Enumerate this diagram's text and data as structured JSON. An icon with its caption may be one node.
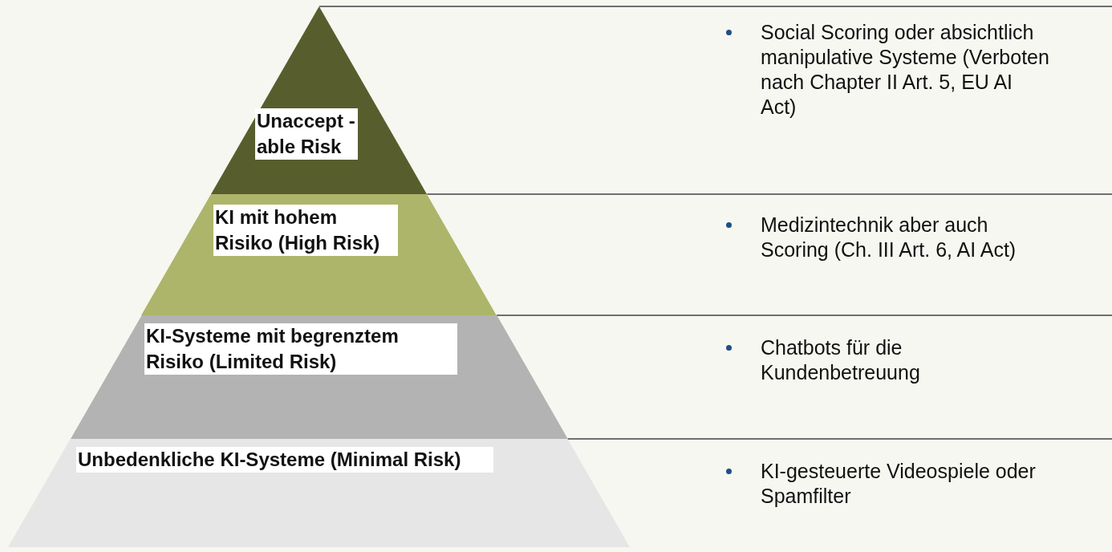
{
  "diagram": {
    "nodes": [
      {
        "text": [
          "Unaccept -able Risk"
        ]
      },
      {
        "text": [
          "KI mit hohem Risiko (High Risk)"
        ]
      },
      {
        "text": [
          "KI-Systeme mit begrenztem Risiko (Limited Risk)"
        ]
      },
      {
        "text": [
          "Unbedenkliche KI-Systeme (Minimal Risk)"
        ]
      }
    ],
    "labels": [
      "Social Scoring oder absichtlich manipulative Systeme (Verboten nach Chapter II Art. 5, EU AI Act)",
      "Medizintechnik aber auch Scoring (Ch. III Art. 6, AI Act)",
      "Chatbots für die Kundenbetreuung",
      "KI-gesteuerte Videospiele oder Spamfilter"
    ]
  }
}
